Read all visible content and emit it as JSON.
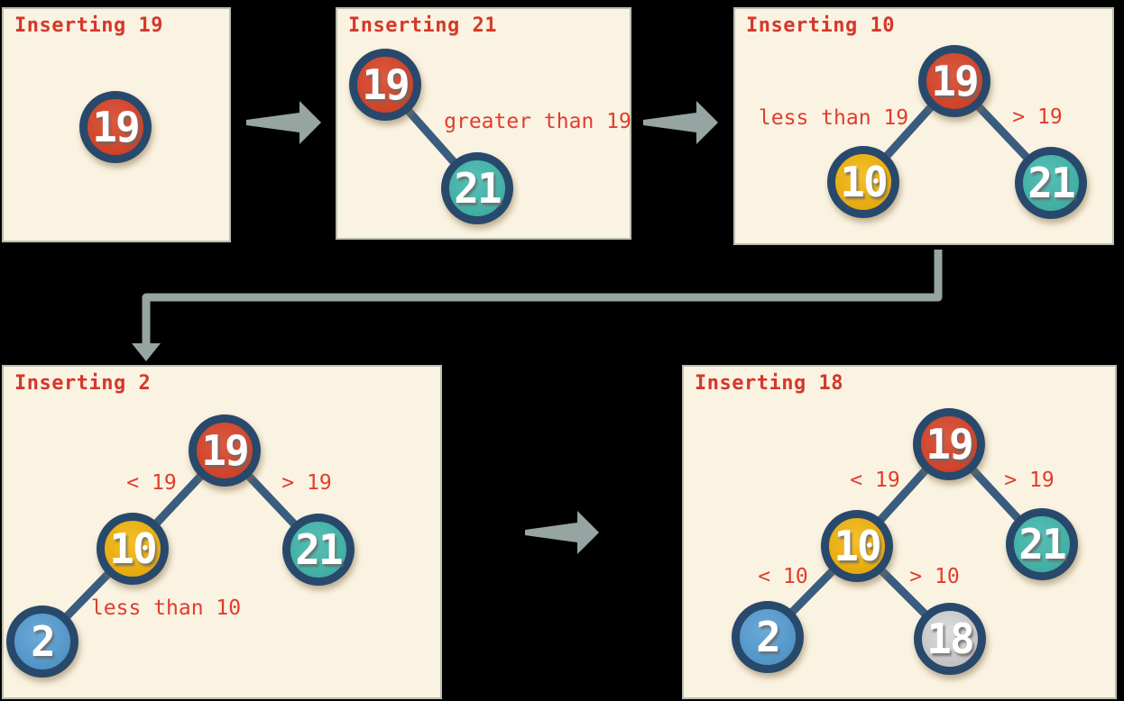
{
  "diagram": {
    "topic": "Binary search tree insertion steps",
    "colors": {
      "background": "#000000",
      "panel_background": "#faf3e1",
      "panel_border": "#b9bdae",
      "title_red": "#d5372b",
      "label_red": "#e23c2e",
      "node_ring_navy": "#28496c",
      "tree_edge_navy": "#3a5d7f",
      "flow_arrow_gray": "#96a5a2",
      "node_fill_19": "#d14b32",
      "node_fill_21": "#49b5ab",
      "node_fill_10": "#ecb216",
      "node_fill_2": "#5b9ecf",
      "node_fill_18": "#cbcbcb"
    }
  },
  "panels": [
    {
      "title": "Inserting 19",
      "nodes": [
        "19"
      ],
      "labels": [],
      "edges": []
    },
    {
      "title": "Inserting 21",
      "nodes": [
        "19",
        "21"
      ],
      "labels": [
        "greater than 19"
      ],
      "edges": [
        [
          "19",
          "21"
        ]
      ]
    },
    {
      "title": "Inserting 10",
      "nodes": [
        "19",
        "10",
        "21"
      ],
      "labels": [
        "less than 19",
        "> 19"
      ],
      "edges": [
        [
          "19",
          "10"
        ],
        [
          "19",
          "21"
        ]
      ]
    },
    {
      "title": "Inserting 2",
      "nodes": [
        "19",
        "10",
        "21",
        "2"
      ],
      "labels": [
        "< 19",
        "> 19",
        "less than 10"
      ],
      "edges": [
        [
          "19",
          "10"
        ],
        [
          "19",
          "21"
        ],
        [
          "10",
          "2"
        ]
      ]
    },
    {
      "title": "Inserting 18",
      "nodes": [
        "19",
        "10",
        "21",
        "2",
        "18"
      ],
      "labels": [
        "< 19",
        "> 19",
        "< 10",
        "> 10"
      ],
      "edges": [
        [
          "19",
          "10"
        ],
        [
          "19",
          "21"
        ],
        [
          "10",
          "2"
        ],
        [
          "10",
          "18"
        ]
      ]
    }
  ]
}
